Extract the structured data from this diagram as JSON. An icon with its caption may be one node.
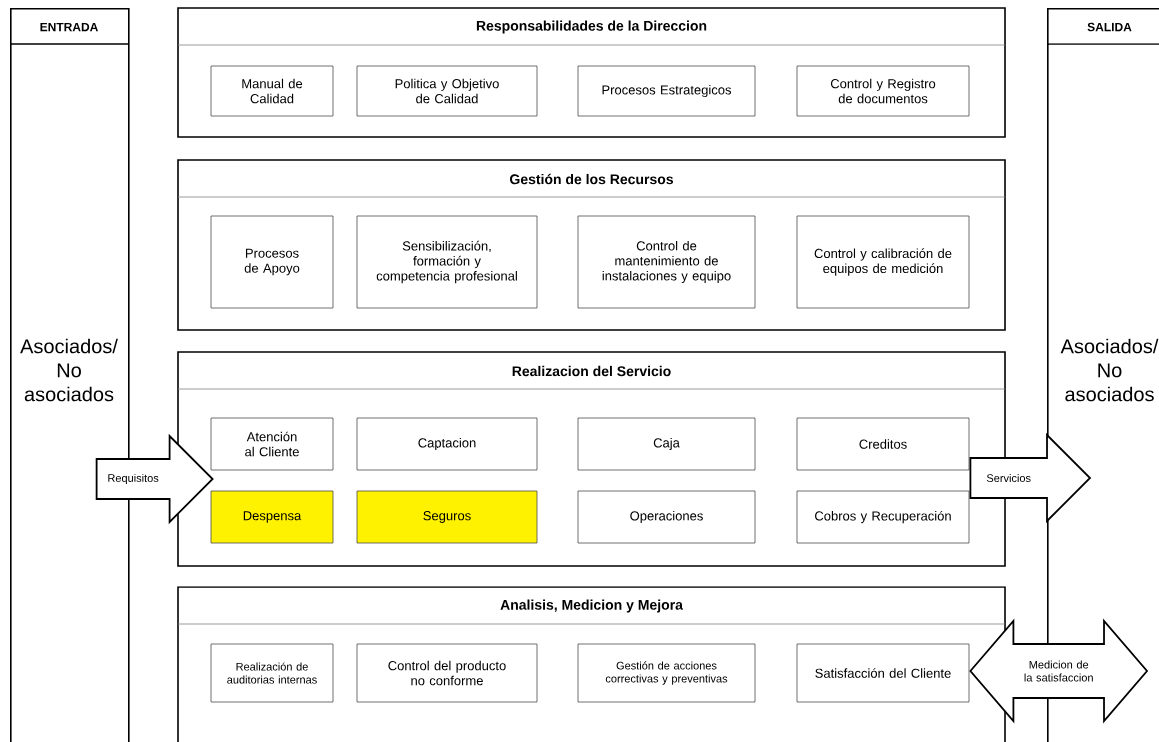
{
  "diagram": {
    "nodes": [
      {
        "text": [
          "ENTRADA",
          "Asociados/ No asociados"
        ]
      },
      {
        "text": [
          "Responsabilidades de la Direccion"
        ]
      },
      {
        "text": [
          "Manual de Calidad"
        ],
        "in": 1
      },
      {
        "text": [
          "Politica y Objetivo de Calidad"
        ],
        "in": 1
      },
      {
        "text": [
          "Procesos Estrategicos"
        ],
        "in": 1
      },
      {
        "text": [
          "Control y Registro de documentos"
        ],
        "in": 1
      },
      {
        "text": [
          "Gestión de los Recursos"
        ]
      },
      {
        "text": [
          "Procesos de Apoyo"
        ],
        "in": 6
      },
      {
        "text": [
          "Sensibilización, formación y competencia profesional"
        ],
        "in": 6
      },
      {
        "text": [
          "Control de mantenimiento de instalaciones y equipo"
        ],
        "in": 6
      },
      {
        "text": [
          "Control y calibración de equipos de medición"
        ],
        "in": 6
      },
      {
        "text": [
          "Realizacion del Servicio"
        ]
      },
      {
        "text": [
          "Atención al Cliente"
        ],
        "in": 11
      },
      {
        "text": [
          "Captacion"
        ],
        "in": 11
      },
      {
        "text": [
          "Caja"
        ],
        "in": 11
      },
      {
        "text": [
          "Creditos"
        ],
        "in": 11
      },
      {
        "text": [
          "Despensa"
        ],
        "in": 11
      },
      {
        "text": [
          "Seguros"
        ],
        "in": 11
      },
      {
        "text": [
          "Operaciones"
        ],
        "in": 11
      },
      {
        "text": [
          "Cobros y Recuperación"
        ],
        "in": 11
      },
      {
        "text": [
          "Analisis, Medicion y Mejora"
        ]
      },
      {
        "text": [
          "Realización de auditorias internas"
        ],
        "in": 20
      },
      {
        "text": [
          "Control del producto no conforme"
        ],
        "in": 20
      },
      {
        "text": [
          "Gestión de acciones correctivas y preventivas"
        ],
        "in": 20
      },
      {
        "text": [
          "Satisfacción del Cliente"
        ],
        "in": 20
      },
      {
        "text": [
          "SALIDA",
          "Asociados/ No asociados"
        ]
      }
    ],
    "edges": [
      {
        "from": 0,
        "to": 12,
        "arrow": "to",
        "label": "Requisitos",
        "style": "thick"
      },
      {
        "from": 15,
        "to": 25,
        "arrow": "to",
        "label": "Servicios",
        "style": "thick"
      },
      {
        "from": 24,
        "to": 25,
        "arrow": "both",
        "label": "Medicion de la satisfaccion",
        "style": "thick"
      }
    ]
  }
}
